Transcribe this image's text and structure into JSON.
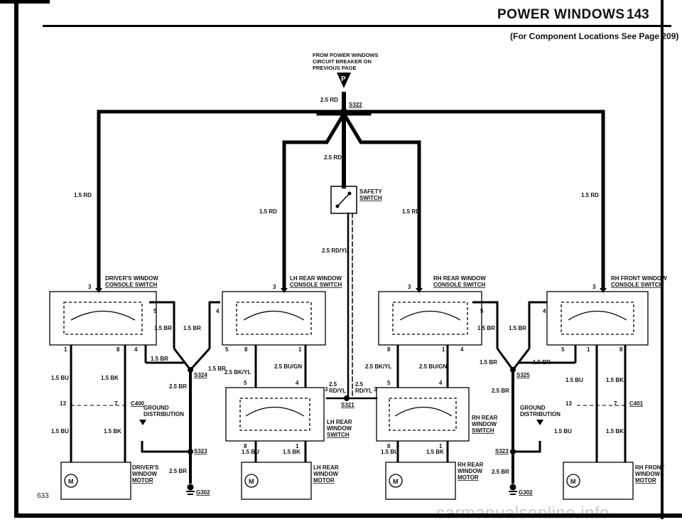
{
  "header": {
    "title": "POWER WINDOWS",
    "page_number": "143",
    "subtitle": "(For Component Locations See Page 209)"
  },
  "footer": {
    "page_number": "633",
    "watermark": "carmanualsonline.info"
  },
  "source": {
    "line1": "FROM POWER WINDOWS",
    "line2": "CIRCUIT BREAKER ON",
    "line3": "PREVIOUS PAGE",
    "connector": "P"
  },
  "splices": {
    "s322": "S322",
    "s324": "S324",
    "s325": "S325",
    "s321": "S321",
    "s323a": "S323",
    "s323b": "S323"
  },
  "grounds": {
    "g302a": "G302",
    "g302b": "G302"
  },
  "connectors": {
    "c400": "C400",
    "c401": "C401"
  },
  "components": {
    "driver_switch": {
      "line1": "DRIVER'S WINDOW",
      "line2": "CONSOLE SWITCH"
    },
    "lh_rear_console": {
      "line1": "LH REAR WINDOW",
      "line2": "CONSOLE SWITCH"
    },
    "rh_rear_console": {
      "line1": "RH REAR WINDOW",
      "line2": "CONSOLE SWITCH"
    },
    "rh_front_console": {
      "line1": "RH FRONT WINDOW",
      "line2": "CONSOLE SWITCH"
    },
    "safety_switch": {
      "line1": "SAFETY",
      "line2": "SWITCH"
    },
    "lh_rear_window_switch": {
      "line1": "LH REAR",
      "line2": "WINDOW",
      "line3": "SWITCH"
    },
    "rh_rear_window_switch": {
      "line1": "RH REAR",
      "line2": "WINDOW",
      "line3": "SWITCH"
    },
    "driver_motor": {
      "line1": "DRIVER'S",
      "line2": "WINDOW",
      "line3": "MOTOR"
    },
    "lh_rear_motor": {
      "line1": "LH REAR",
      "line2": "WINDOW",
      "line3": "MOTOR"
    },
    "rh_rear_motor": {
      "line1": "RH REAR",
      "line2": "WINDOW",
      "line3": "MOTOR"
    },
    "rh_front_motor": {
      "line1": "RH FRONT",
      "line2": "WINDOW",
      "line3": "MOTOR"
    },
    "ground_dist_left": {
      "line1": "GROUND",
      "line2": "DISTRIBUTION"
    },
    "ground_dist_right": {
      "line1": "GROUND",
      "line2": "DISTRIBUTION"
    },
    "motor_symbol": "M"
  },
  "wires": {
    "rd_25": "2.5 RD",
    "rd_15": "1.5 RD",
    "rd_yl_25": "2.5 RD/YL",
    "rd_yl": "RD/YL",
    "w25": "2.5",
    "br_15": "1.5 BR",
    "br_25": "2.5 BR",
    "bu_15": "1.5 BU",
    "bk_15": "1.5 BK",
    "bu_gn_25": "2.5 BU/GN",
    "bk_yl_25": "2.5 BK/YL"
  },
  "pins": {
    "p1": "1",
    "p3": "3",
    "p4": "4",
    "p5": "5",
    "p7": "7",
    "p8": "8",
    "p13": "13"
  }
}
